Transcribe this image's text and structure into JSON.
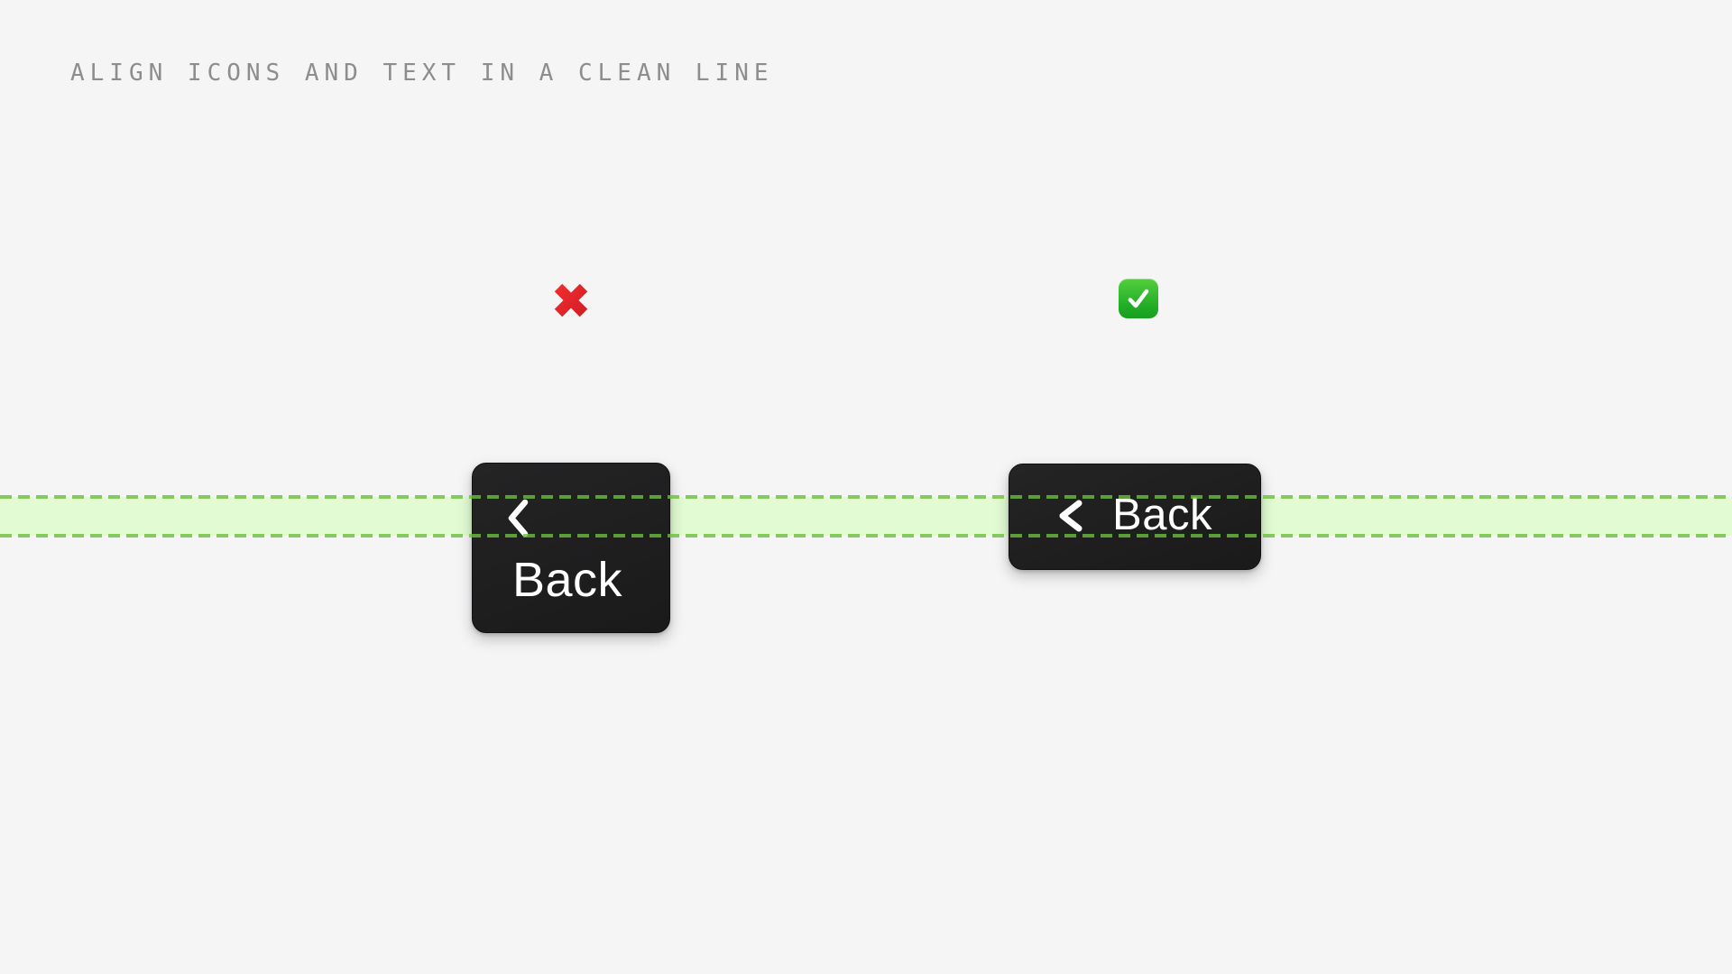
{
  "canvas": {
    "background": "#f5f5f6"
  },
  "header": {
    "title": "ALIGN ICONS AND TEXT IN A CLEAN LINE",
    "title_color": "#8d8d8d"
  },
  "alignment_guide": {
    "fill_color": "#e2fbd3",
    "dash_color": "#6dbd3e"
  },
  "examples": {
    "bad": {
      "verdict_icon": "cross-mark",
      "verdict_color": "#e02424",
      "button": {
        "icon": "chevron-left",
        "label": "Back"
      }
    },
    "good": {
      "verdict_icon": "check-mark",
      "verdict_color": "#21ac27",
      "button": {
        "icon": "chevron-left",
        "label": "Back"
      }
    }
  },
  "button_style": {
    "background": "#1d1d1d",
    "text_color": "#ffffff"
  }
}
